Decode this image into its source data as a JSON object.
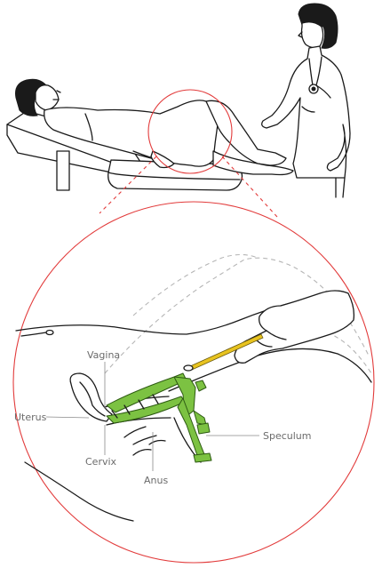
{
  "labels": {
    "vagina": "Vagina",
    "uterus": "Uterus",
    "cervix": "Cervix",
    "anus": "Anus",
    "speculum": "Speculum"
  },
  "colors": {
    "speculum_fill": "#7cc242",
    "swab_fill": "#e8c31f",
    "magnifier_circle": "#e23b3b",
    "outline": "#1a1a1a",
    "hidden_outline": "#b5b5b5",
    "label_text": "#6b6b6b"
  }
}
